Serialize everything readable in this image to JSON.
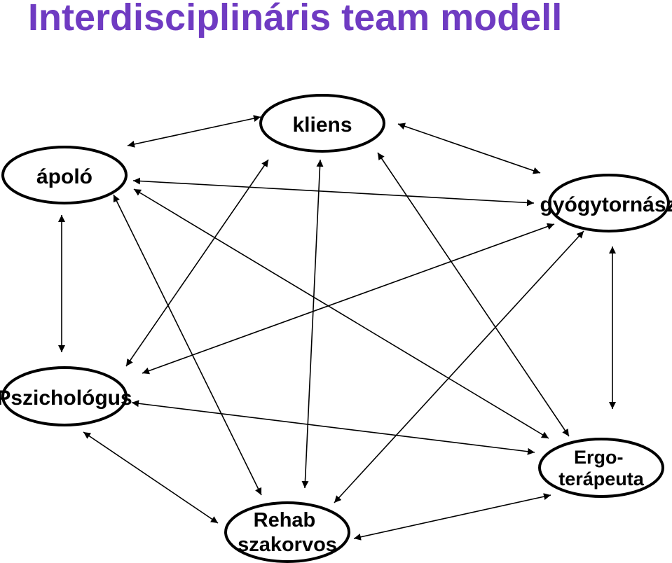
{
  "title": "Interdisciplináris team modell",
  "colors": {
    "title": "#6f3bc2",
    "stroke": "#000000"
  },
  "nodes": {
    "kliens": {
      "lines": [
        "kliens"
      ]
    },
    "apolo": {
      "lines": [
        "ápoló"
      ]
    },
    "gyogytornasz": {
      "lines": [
        "gyógytornász"
      ]
    },
    "pszichologus": {
      "lines": [
        "Pszichológus"
      ]
    },
    "ergoterapeuta": {
      "lines": [
        "Ergo-",
        "terápeuta"
      ]
    },
    "rehab": {
      "lines": [
        "Rehab",
        "szakorvos"
      ]
    }
  },
  "connections": [
    [
      "apolo",
      "kliens"
    ],
    [
      "kliens",
      "gyogytornasz"
    ],
    [
      "apolo",
      "gyogytornasz"
    ],
    [
      "apolo",
      "pszichologus"
    ],
    [
      "apolo",
      "rehab"
    ],
    [
      "apolo",
      "ergoterapeuta"
    ],
    [
      "kliens",
      "pszichologus"
    ],
    [
      "kliens",
      "rehab"
    ],
    [
      "kliens",
      "ergoterapeuta"
    ],
    [
      "gyogytornasz",
      "pszichologus"
    ],
    [
      "gyogytornasz",
      "rehab"
    ],
    [
      "gyogytornasz",
      "ergoterapeuta"
    ],
    [
      "pszichologus",
      "ergoterapeuta"
    ],
    [
      "pszichologus",
      "rehab"
    ],
    [
      "rehab",
      "ergoterapeuta"
    ]
  ]
}
